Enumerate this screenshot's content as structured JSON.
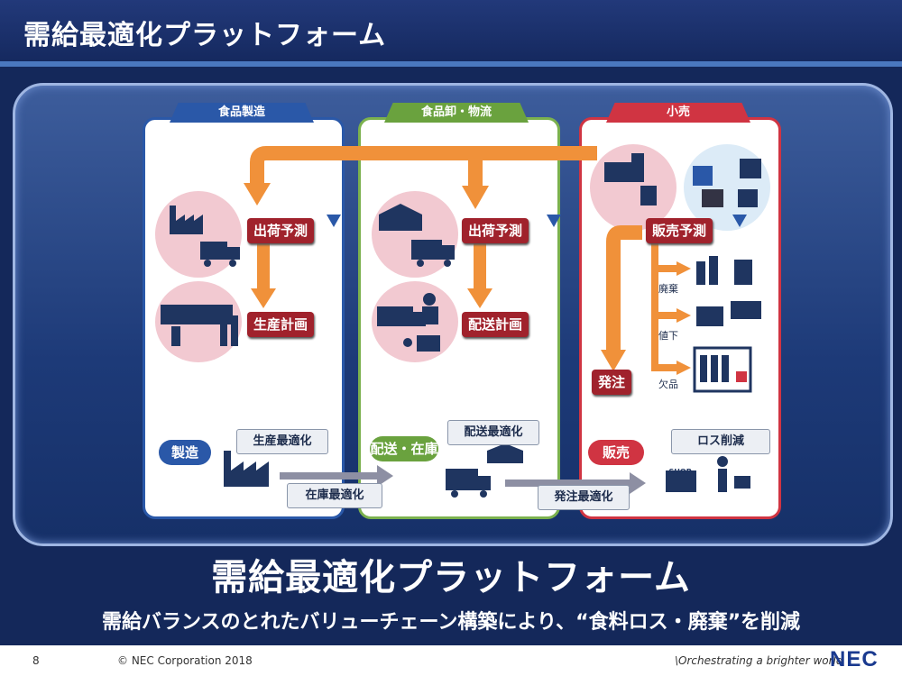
{
  "title": "需給最適化プラットフォーム",
  "sections": {
    "manufacturing": {
      "tab": "食品製造",
      "forecast_label": "出荷予測",
      "plan_label": "生産計画",
      "stage_label": "製造",
      "optimization_label": "生産最適化"
    },
    "wholesale": {
      "tab": "食品卸・物流",
      "forecast_label": "出荷予測",
      "plan_label": "配送計画",
      "stage_label": "配送・在庫",
      "optimization_label": "配送最適化"
    },
    "retail": {
      "tab": "小売",
      "forecast_label": "販売予測",
      "order_label": "発注",
      "disposal_label": "廃棄",
      "markdown_label": "値下",
      "stockout_label": "欠品",
      "stage_label": "販売",
      "optimization_label": "ロス削減",
      "shop_sign": "SHOP"
    }
  },
  "flow_labels": {
    "inventory_opt": "在庫最適化",
    "order_opt": "発注最適化"
  },
  "headline": "需給最適化プラットフォーム",
  "subline": "需給バランスのとれたバリューチェーン構築により、“食料ロス・廃棄”を削減",
  "footer": {
    "page_number": "8",
    "copyright": "© NEC Corporation 2018",
    "slogan": "\\Orchestrating a brighter world",
    "logo": "NEC"
  },
  "colors": {
    "navy": "#14285a",
    "orange_arrow": "#f0913a",
    "red_label": "#a0222c",
    "manufacturing_blue": "#2a58a8",
    "wholesale_green": "#6aa23e",
    "retail_red": "#d03442"
  }
}
